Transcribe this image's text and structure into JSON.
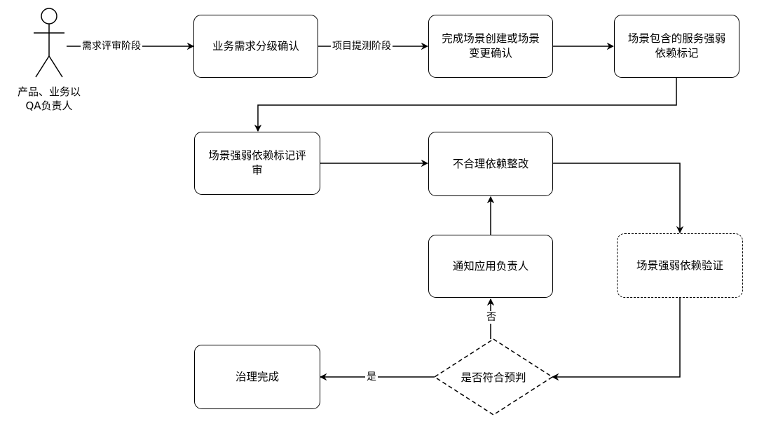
{
  "actor": {
    "line1": "产品、业务以",
    "line2": "QA负责人"
  },
  "edges": {
    "e1": "需求评审阶段",
    "e2": "项目提测阶段",
    "no": "否",
    "yes": "是"
  },
  "nodes": {
    "n1": "业务需求分级确认",
    "n2_l1": "完成场景创建或场景",
    "n2_l2": "变更确认",
    "n3_l1": "场景包含的服务强弱",
    "n3_l2": "依赖标记",
    "n4_l1": "场景强弱依赖标记评",
    "n4_l2": "审",
    "n5": "不合理依赖整改",
    "n6": "通知应用负责人",
    "n7": "场景强弱依赖验证",
    "n8": "是否符合预判",
    "n9": "治理完成"
  }
}
